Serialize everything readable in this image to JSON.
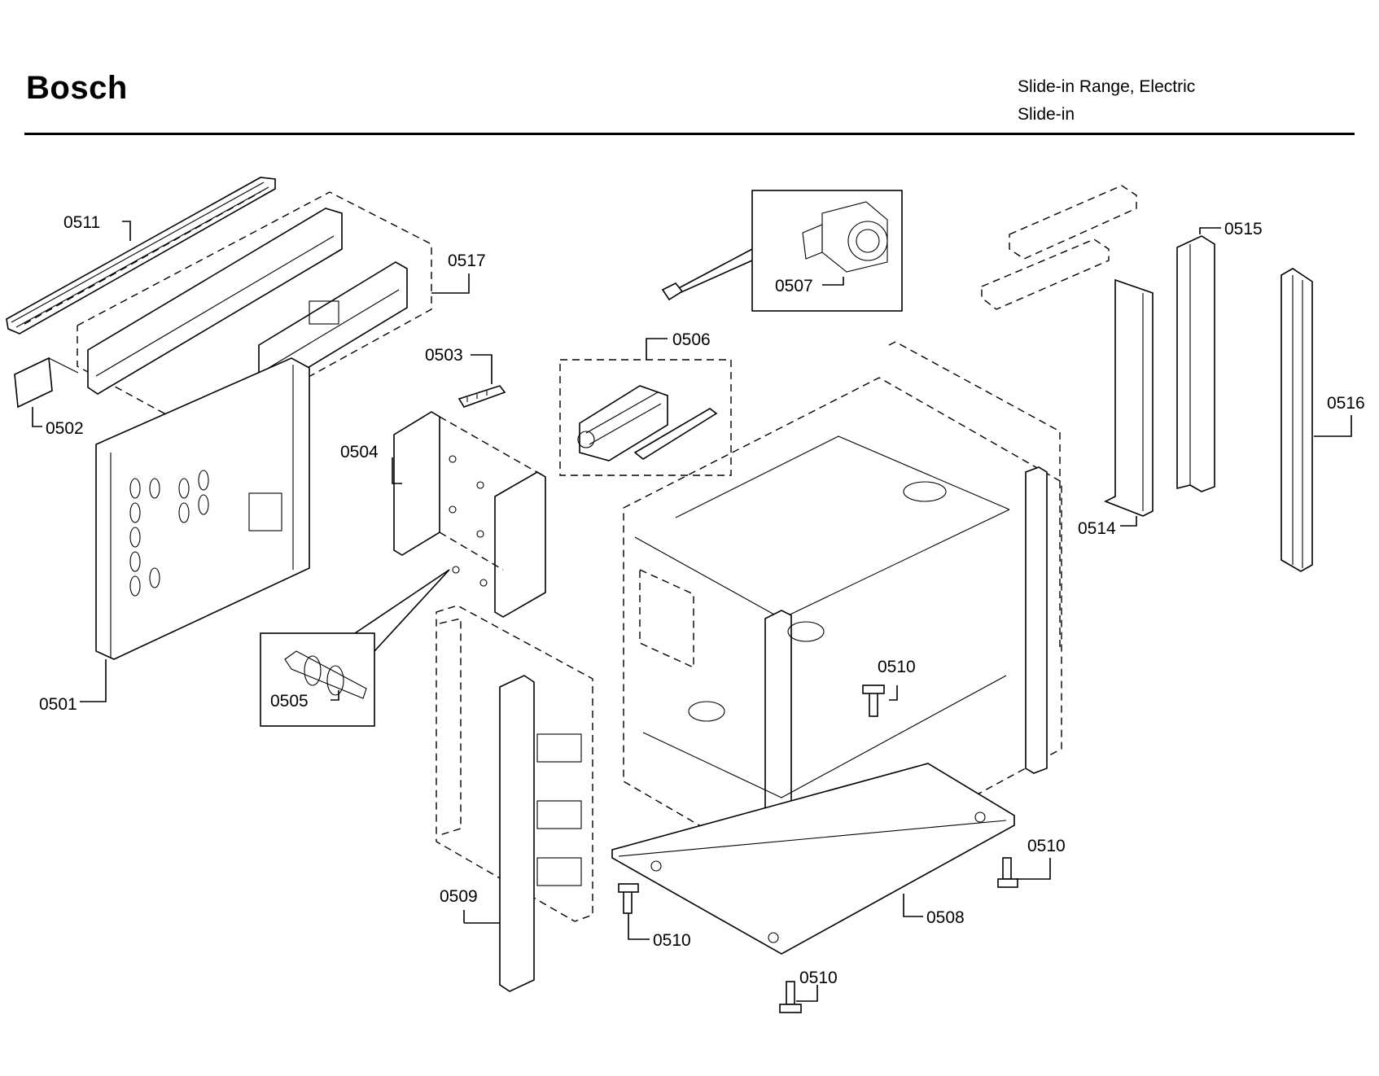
{
  "header": {
    "brand": "Bosch",
    "model_line1": "Slide-in Range, Electric",
    "model_line2": "Slide-in"
  },
  "labels": {
    "p0501": "0501",
    "p0502": "0502",
    "p0503": "0503",
    "p0504": "0504",
    "p0505": "0505",
    "p0506": "0506",
    "p0507": "0507",
    "p0508": "0508",
    "p0509": "0509",
    "p0510a": "0510",
    "p0510b": "0510",
    "p0510c": "0510",
    "p0510d": "0510",
    "p0511": "0511",
    "p0514": "0514",
    "p0515": "0515",
    "p0516": "0516",
    "p0517": "0517"
  }
}
